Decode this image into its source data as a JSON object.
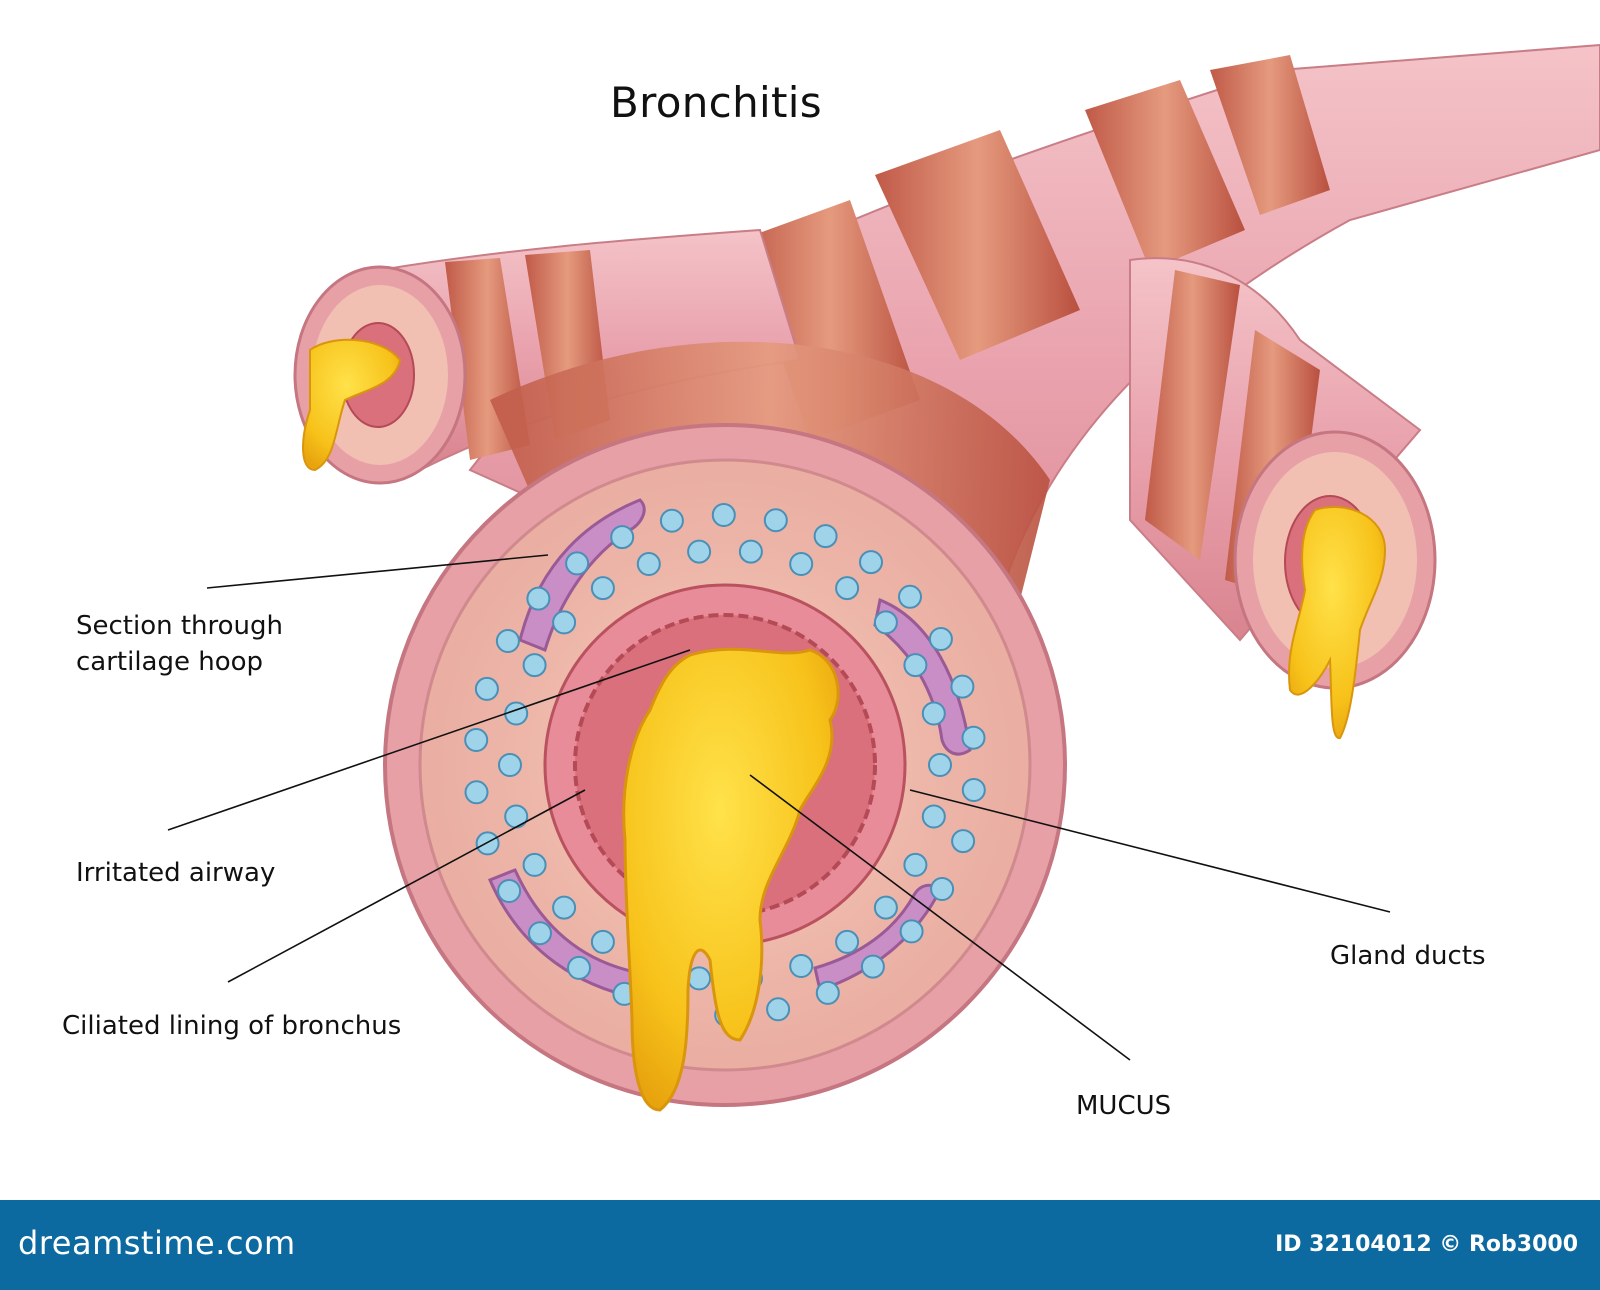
{
  "title": "Bronchitis",
  "labels": {
    "cartilage_line1": "Section through",
    "cartilage_line2": "cartilage hoop",
    "irritated": "Irritated airway",
    "ciliated": "Ciliated lining of bronchus",
    "mucus": "MUCUS",
    "gland": "Gland ducts"
  },
  "footer": {
    "site": "dreamstime.com",
    "id_credit": "ID 32104012 © Rob3000"
  },
  "colors": {
    "tube_pink": "#e8a3ae",
    "cartilage_band": "#cf6f5e",
    "mucus_yellow": "#f7c81c",
    "gland_blue": "#8fc9e2",
    "cartilage_purple": "#c88ec4",
    "footer_blue": "#0d6aa0"
  }
}
